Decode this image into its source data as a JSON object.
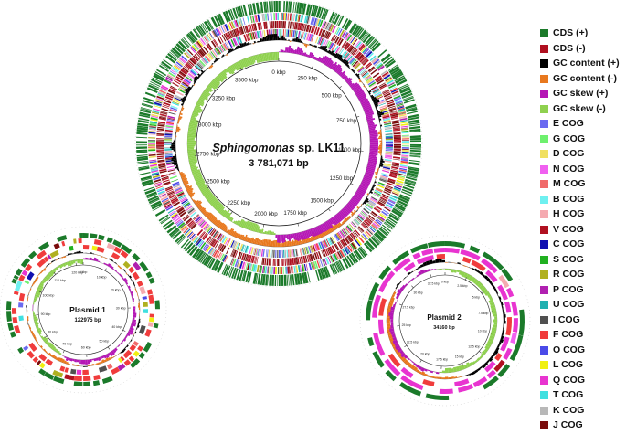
{
  "main_map": {
    "organism_italic": "Sphingomonas",
    "organism_rest": " sp. LK11",
    "genome_size": "3 781,071 bp",
    "ticks": [
      "0 kbp",
      "250 kbp",
      "500 kbp",
      "750 kbp",
      "1000 kbp",
      "1250 kbp",
      "1500 kbp",
      "1750 kbp",
      "2000 kbp",
      "2250 kbp",
      "2500 kbp",
      "2750 kbp",
      "3000 kbp",
      "3250 kbp",
      "3500 kbp"
    ]
  },
  "plasmid1": {
    "name": "Plasmid 1",
    "size": "122975 bp",
    "ticks": [
      "0 kbp",
      "10 kbp",
      "20 kbp",
      "30 kbp",
      "40 kbp",
      "50 kbp",
      "60 kbp",
      "70 kbp",
      "80 kbp",
      "90 kbp",
      "100 kbp",
      "110 kbp",
      "120 kbp"
    ]
  },
  "plasmid2": {
    "name": "Plasmid 2",
    "size": "34160 bp",
    "ticks": [
      "0 kbp",
      "2.5 kbp",
      "5 kbp",
      "7.5 kbp",
      "10 kbp",
      "12.5 kbp",
      "15 kbp",
      "17.5 kbp",
      "20 kbp",
      "22.5 kbp",
      "25 kbp",
      "27.5 kbp",
      "30 kbp",
      "32.5 kbp"
    ]
  },
  "legend": [
    {
      "label": "CDS (+)",
      "color": "#1b7a2a"
    },
    {
      "label": "CDS (-)",
      "color": "#b01020"
    },
    {
      "label": "GC content (+)",
      "color": "#000000"
    },
    {
      "label": "GC content (-)",
      "color": "#e8781e"
    },
    {
      "label": "GC skew (+)",
      "color": "#b517b5"
    },
    {
      "label": "GC skew (-)",
      "color": "#8fd14f"
    },
    {
      "label": "E COG",
      "color": "#6a6af0"
    },
    {
      "label": "G COG",
      "color": "#6ef06e"
    },
    {
      "label": "D COG",
      "color": "#f0e060"
    },
    {
      "label": "N COG",
      "color": "#f060f0"
    },
    {
      "label": "M COG",
      "color": "#f06a6a"
    },
    {
      "label": "B COG",
      "color": "#6ef0f0"
    },
    {
      "label": "H COG",
      "color": "#f5aab0"
    },
    {
      "label": "V COG",
      "color": "#b01020"
    },
    {
      "label": "C COG",
      "color": "#1010b0"
    },
    {
      "label": "S COG",
      "color": "#20b020"
    },
    {
      "label": "R COG",
      "color": "#b0b020"
    },
    {
      "label": "P COG",
      "color": "#b020b0"
    },
    {
      "label": "U COG",
      "color": "#20b0b0"
    },
    {
      "label": "I COG",
      "color": "#505050"
    },
    {
      "label": "F COG",
      "color": "#f03c3c"
    },
    {
      "label": "O COG",
      "color": "#4a4ae8"
    },
    {
      "label": "L COG",
      "color": "#f0f010"
    },
    {
      "label": "Q COG",
      "color": "#e834d0"
    },
    {
      "label": "T COG",
      "color": "#40e0e0"
    },
    {
      "label": "K COG",
      "color": "#b8b8b8"
    },
    {
      "label": "J COG",
      "color": "#7a0c0c"
    }
  ],
  "colors": {
    "cds_plus": "#1b7a2a",
    "cds_minus": "#b01020",
    "gc_plus": "#000000",
    "gc_minus": "#e8781e",
    "skew_plus": "#b517b5",
    "skew_minus": "#8fd14f",
    "cog_palette": [
      "#6a6af0",
      "#6ef06e",
      "#f0e060",
      "#f060f0",
      "#f06a6a",
      "#6ef0f0",
      "#f5aab0",
      "#b01020",
      "#1010b0",
      "#20b020",
      "#b0b020",
      "#b020b0",
      "#20b0b0",
      "#505050",
      "#f03c3c",
      "#4a4ae8",
      "#f0f010",
      "#e834d0",
      "#40e0e0",
      "#b8b8b8",
      "#7a0c0c"
    ]
  }
}
